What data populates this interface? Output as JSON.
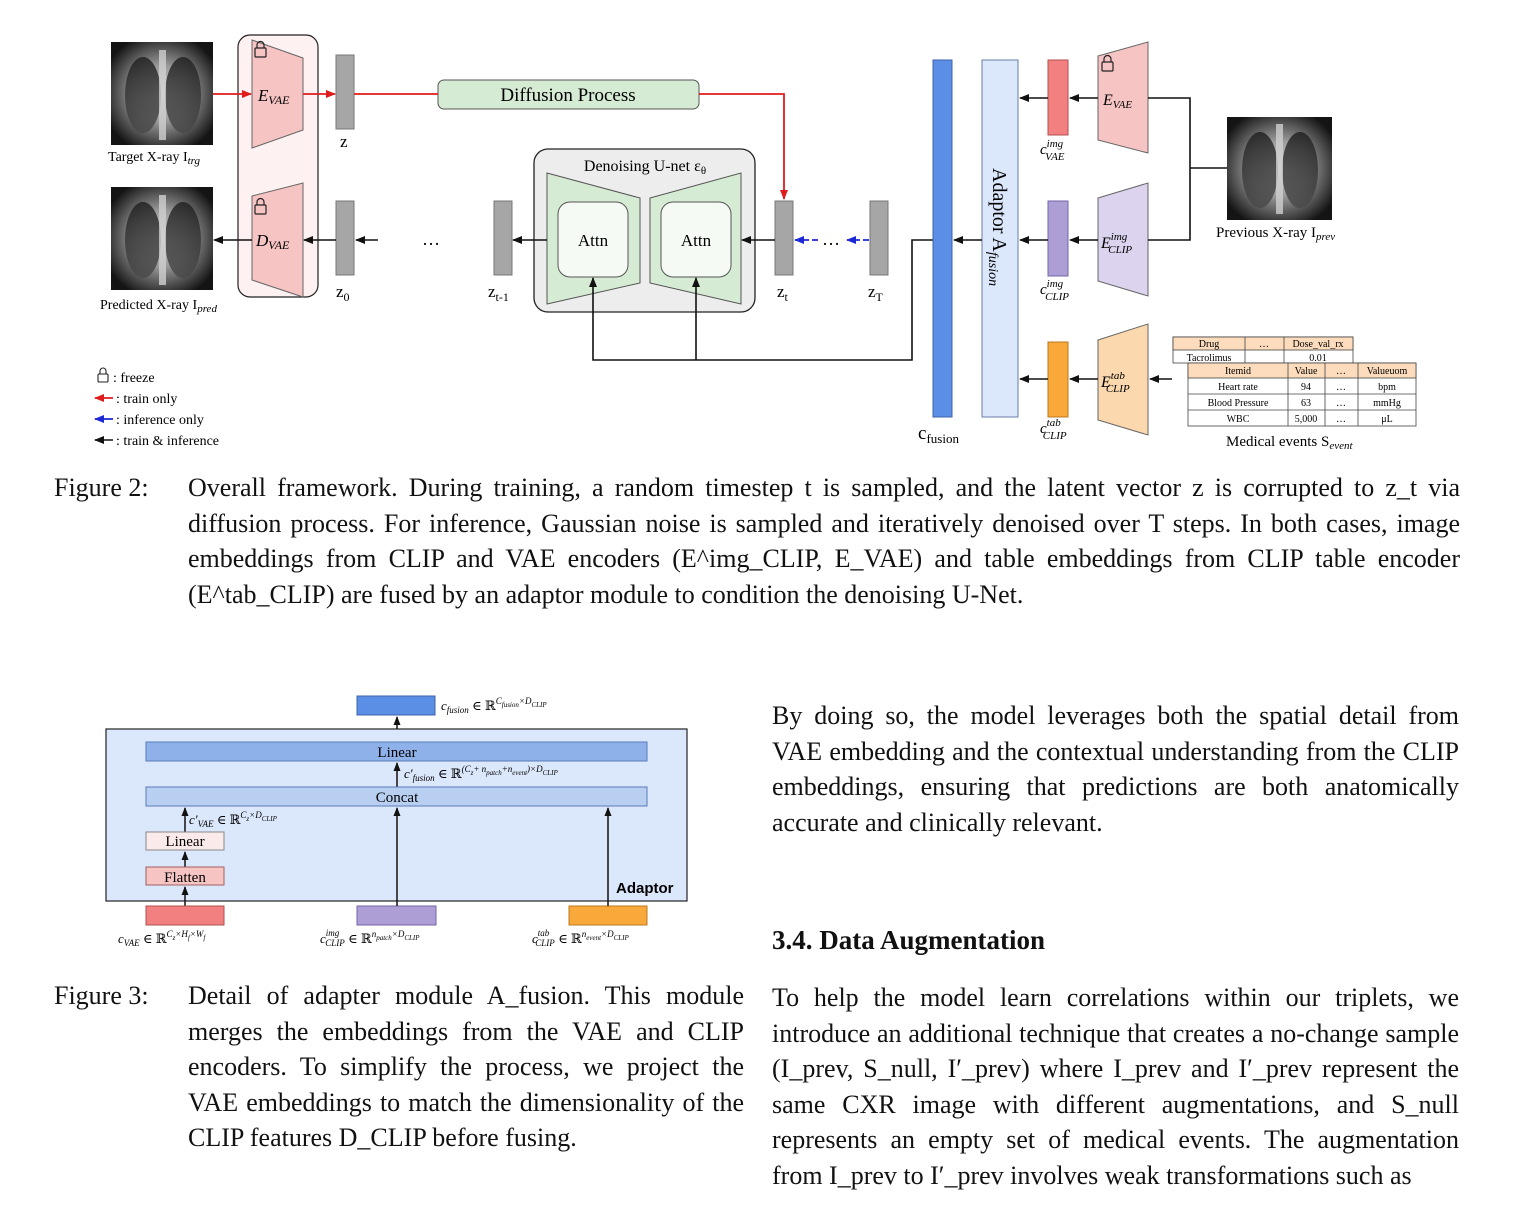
{
  "fig2": {
    "target_label": "Target X-ray I",
    "target_sub": "trg",
    "predicted_label": "Predicted X-ray I",
    "predicted_sub": "pred",
    "previous_label": "Previous X-ray I",
    "previous_sub": "prev",
    "evae": "E",
    "vae_sub": "VAE",
    "dvae": "D",
    "z": "z",
    "z0": "z",
    "z0_sub": "0",
    "zt1": "z",
    "zt1_sub": "t-1",
    "zt": "z",
    "zt_sub": "t",
    "zT": "z",
    "zT_sub": "T",
    "ellipsis": "…",
    "diffusion": "Diffusion Process",
    "unet_title": "Denoising U-net ε",
    "unet_sub": "θ",
    "attn": "Attn",
    "adaptor": "Adaptor A",
    "adaptor_sub": "fusion",
    "c_fusion": "c",
    "c_fusion_sub": "fusion",
    "c": "c",
    "img_sup": "img",
    "tab_sup": "tab",
    "clip_sub": "CLIP",
    "vae_sub2": "VAE",
    "legend": {
      "freeze": ": freeze",
      "train_only": ": train only",
      "inference_only": ": inference only",
      "train_inference": ": train & inference"
    },
    "table1": {
      "headers": [
        "Drug",
        "…",
        "Dose_val_rx"
      ],
      "row": [
        "Tacrolimus",
        "",
        "0.01"
      ]
    },
    "table2": {
      "headers": [
        "Itemid",
        "Value",
        "…",
        "Valueuom"
      ],
      "rows": [
        [
          "Heart rate",
          "94",
          "…",
          "bpm"
        ],
        [
          "Blood Pressure",
          "63",
          "…",
          "mmHg"
        ],
        [
          "WBC",
          "5,000",
          "…",
          "μL"
        ]
      ]
    },
    "medical_events": "Medical events S",
    "medical_events_sub": "event",
    "colors": {
      "red_arrow": "#e01b1b",
      "blue_arrow": "#1c27d6",
      "encoder_pink": "#f7c4c4",
      "clip_purple": "#dcd3ee",
      "tab_orange": "#fbd8ad",
      "c_fusion_blue": "#5b8fe6",
      "adaptor_bg": "#dbe7fb"
    }
  },
  "caption2": {
    "label": "Figure 2:",
    "text": "Overall framework. During training, a random timestep t is sampled, and the latent vector z is corrupted to z_t via diffusion process. For inference, Gaussian noise is sampled and iteratively denoised over T steps. In both cases, image embeddings from CLIP and VAE encoders (E^img_CLIP, E_VAE) and table embeddings from CLIP table encoder (E^tab_CLIP) are fused by an adaptor module to condition the denoising U-Net."
  },
  "fig3": {
    "out": "c",
    "out_sub": "fusion",
    "out_rest": " ∈ ℝ",
    "out_sup": "C",
    "out_sup_sub": "fusion",
    "out_sup_rest": "×D",
    "out_sup_sub2": "CLIP",
    "linear_top": "Linear",
    "concat": "Concat",
    "cprime_fusion": "c′",
    "cprime_fusion_sub": "fusion",
    "cprime_fusion_rest": " ∈ ℝ",
    "cprime_fusion_sup": "(C",
    "cprime_fusion_sup_sub": "z",
    "cprime_fusion_sup_mid": "+ n",
    "cprime_fusion_sup_sub2": "patch",
    "cprime_fusion_sup_mid2": "+n",
    "cprime_fusion_sup_sub3": "event",
    "cprime_fusion_sup_end": ")×D",
    "cprime_fusion_sup_sub4": "CLIP",
    "cprime_vae": "c′",
    "cprime_vae_sub": "VAE",
    "cprime_vae_rest": " ∈ ℝ",
    "cprime_vae_sup": "C",
    "cprime_vae_sup_sub": "z",
    "cprime_vae_sup_rest": "×D",
    "cprime_vae_sup_sub2": "CLIP",
    "linear_small": "Linear",
    "flatten": "Flatten",
    "adaptor": "Adaptor",
    "in_vae": "c",
    "in_vae_sub": "VAE",
    "in_vae_rest": " ∈ ℝ",
    "in_vae_sup": "C",
    "in_vae_sup_sub": "z",
    "in_vae_sup_mid": "×H",
    "in_vae_sup_sub2": "f",
    "in_vae_sup_mid2": "×W",
    "in_vae_sup_sub3": "f",
    "in_img": "c",
    "in_img_sup": "img",
    "in_img_sub": "CLIP",
    "in_img_rest": " ∈ ℝ",
    "in_img_rsup": "n",
    "in_img_rsup_sub": "patch",
    "in_img_rsup_rest": "×D",
    "in_img_rsup_sub2": "CLIP",
    "in_tab": "c",
    "in_tab_sup": "tab",
    "in_tab_sub": "CLIP",
    "in_tab_rest": " ∈ ℝ",
    "in_tab_rsup": "n",
    "in_tab_rsup_sub": "event",
    "in_tab_rsup_rest": "×D",
    "in_tab_rsup_sub2": "CLIP"
  },
  "caption3": {
    "label": "Figure 3:",
    "text": "Detail of adapter module A_fusion. This module merges the embeddings from the VAE and CLIP encoders. To simplify the process, we project the VAE embeddings to match the dimensionality of the CLIP features D_CLIP before fusing."
  },
  "para1": {
    "text": "By doing so, the model leverages both the spatial detail from VAE embedding and the contextual understanding from the CLIP embeddings, ensuring that predictions are both anatomically accurate and clinically relevant."
  },
  "section": {
    "title": "3.4. Data Augmentation"
  },
  "para2": {
    "text": "To help the model learn correlations within our triplets, we introduce an additional technique that creates a no-change sample (I_prev, S_null, I′_prev) where I_prev and I′_prev represent the same CXR image with different augmentations, and S_null represents an empty set of medical events. The augmentation from I_prev to I′_prev involves weak transformations such as"
  }
}
